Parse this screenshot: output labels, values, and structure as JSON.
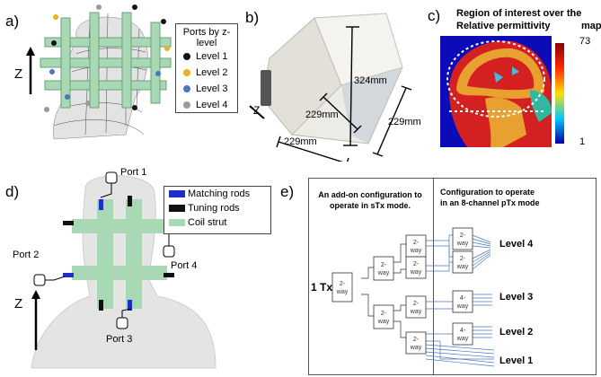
{
  "panels": {
    "a": {
      "letter": "a)",
      "axis_label": "Z",
      "legend": {
        "title": "Ports by z-level",
        "items": [
          {
            "label": "Level 1",
            "color": "#111111"
          },
          {
            "label": "Level 2",
            "color": "#e8b21e"
          },
          {
            "label": "Level 3",
            "color": "#4a78c0"
          },
          {
            "label": "Level 4",
            "color": "#9a9a9a"
          }
        ]
      }
    },
    "b": {
      "letter": "b)",
      "axis_label": "Z",
      "dims": {
        "height": "324mm",
        "depth": "229mm",
        "side": "229mm",
        "width": "229mm"
      }
    },
    "c": {
      "letter": "c)",
      "title_line1": "Region of interest over the",
      "title_line2": "Relative permittivity",
      "title_suffix": "maps",
      "colorbar_max": "73",
      "colorbar_min": "1"
    },
    "d": {
      "letter": "d)",
      "axis_label": "Z",
      "ports": [
        "Port 1",
        "Port 2",
        "Port 3",
        "Port 4"
      ],
      "legend": [
        {
          "label": "Matching rods",
          "color": "#1e2fc8"
        },
        {
          "label": "Tuning rods",
          "color": "#111111"
        },
        {
          "label": "Coil strut",
          "color": "#a8d8b4"
        }
      ]
    },
    "e": {
      "letter": "e)",
      "left_title_1": "An add-on configuration to",
      "left_title_2": "operate in sTx mode.",
      "right_title_1": "Configuration to operate",
      "right_title_2": "in an 8-channel pTx mode",
      "input": "1 Tx",
      "two_way": "2-\nway",
      "levels": [
        "Level 4",
        "Level 3",
        "Level 2",
        "Level 1"
      ],
      "box_top": "2-",
      "box_bottom_2": "way",
      "box_top_4": "4-"
    }
  }
}
